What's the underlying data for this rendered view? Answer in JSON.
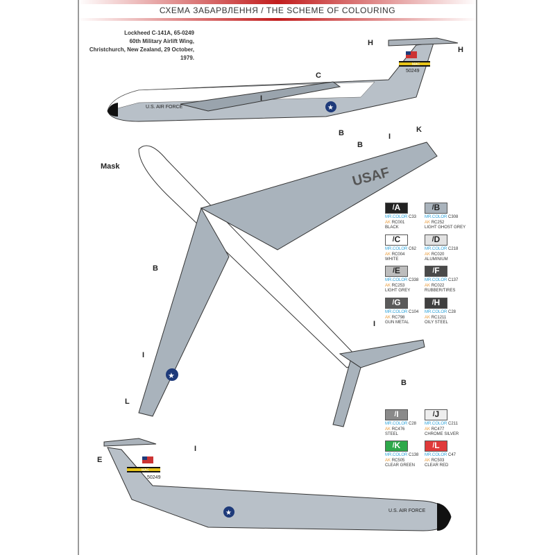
{
  "header": {
    "title": "СХЕМА ЗАБАРВЛЕННЯ / THE SCHEME OF COLOURING"
  },
  "caption": {
    "line1": "Lockheed C-141A, 65-0249",
    "line2": "60th Military Airlift Wing,",
    "line3": "Christchurch, New Zealand, 29 October, 1979."
  },
  "markings": {
    "mask": "Mask",
    "usaf": "USAF",
    "us_air_force": "U.S. AIR FORCE",
    "mac": "MAC",
    "serial": "50249"
  },
  "colors": {
    "accent": "#c21d1d",
    "aircraft_grey": "#b8c0c8",
    "white": "#ffffff"
  },
  "paints": [
    {
      "letter": "A",
      "mr": "C33",
      "ak": "RC001",
      "name": "BLACK",
      "color": "#222222",
      "fg": "#fff"
    },
    {
      "letter": "B",
      "mr": "C308",
      "ak": "RC252",
      "name": "LIGHT GHOST GREY",
      "color": "#a9b3bc",
      "fg": "#222"
    },
    {
      "letter": "C",
      "mr": "C62",
      "ak": "RC004",
      "name": "WHITE",
      "color": "#ffffff",
      "fg": "#222"
    },
    {
      "letter": "D",
      "mr": "C218",
      "ak": "RC020",
      "name": "ALUMINIUM",
      "color": "#e2e2e2",
      "fg": "#222"
    },
    {
      "letter": "E",
      "mr": "C338",
      "ak": "RC253",
      "name": "LIGHT GREY",
      "color": "#bdbdbd",
      "fg": "#222"
    },
    {
      "letter": "F",
      "mr": "C137",
      "ak": "RC022",
      "name": "RUBBER/TIRES",
      "color": "#4a4a4a",
      "fg": "#fff"
    },
    {
      "letter": "G",
      "mr": "C104",
      "ak": "RC798",
      "name": "GUN METAL",
      "color": "#5a5a5a",
      "fg": "#fff"
    },
    {
      "letter": "H",
      "mr": "C28",
      "ak": "RC1211",
      "name": "OILY STEEL",
      "color": "#3f3f3f",
      "fg": "#fff"
    },
    {
      "letter": "I",
      "mr": "C28",
      "ak": "RC476",
      "name": "STEEL",
      "color": "#8a8a8a",
      "fg": "#fff"
    },
    {
      "letter": "J",
      "mr": "C211",
      "ak": "RC477",
      "name": "CHROME SILVER",
      "color": "#eeeeee",
      "fg": "#222"
    },
    {
      "letter": "K",
      "mr": "C138",
      "ak": "RC505",
      "name": "CLEAR GREEN",
      "color": "#2ea84a",
      "fg": "#fff"
    },
    {
      "letter": "L",
      "mr": "C47",
      "ak": "RC503",
      "name": "CLEAR RED",
      "color": "#e03a3a",
      "fg": "#fff"
    }
  ],
  "paint_prefix": {
    "mr": "MR.COLOR",
    "ak": "AK"
  }
}
